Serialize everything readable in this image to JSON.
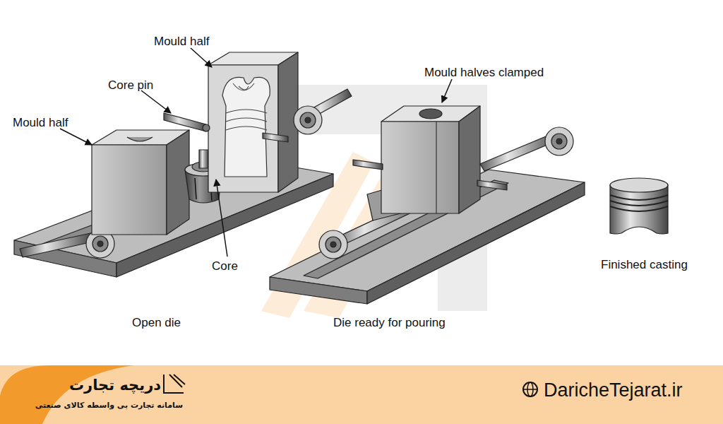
{
  "diagram": {
    "labels": [
      "Mould half",
      "Core pin",
      "Mould half",
      "Core",
      "Open die",
      "Mould halves clamped",
      "Die ready for pouring",
      "Finished casting",
      "دریچه تجارت",
      "سامانه تجارت بی واسطه کالای صنعتی",
      "DaricheTejarat.ir"
    ]
  }
}
